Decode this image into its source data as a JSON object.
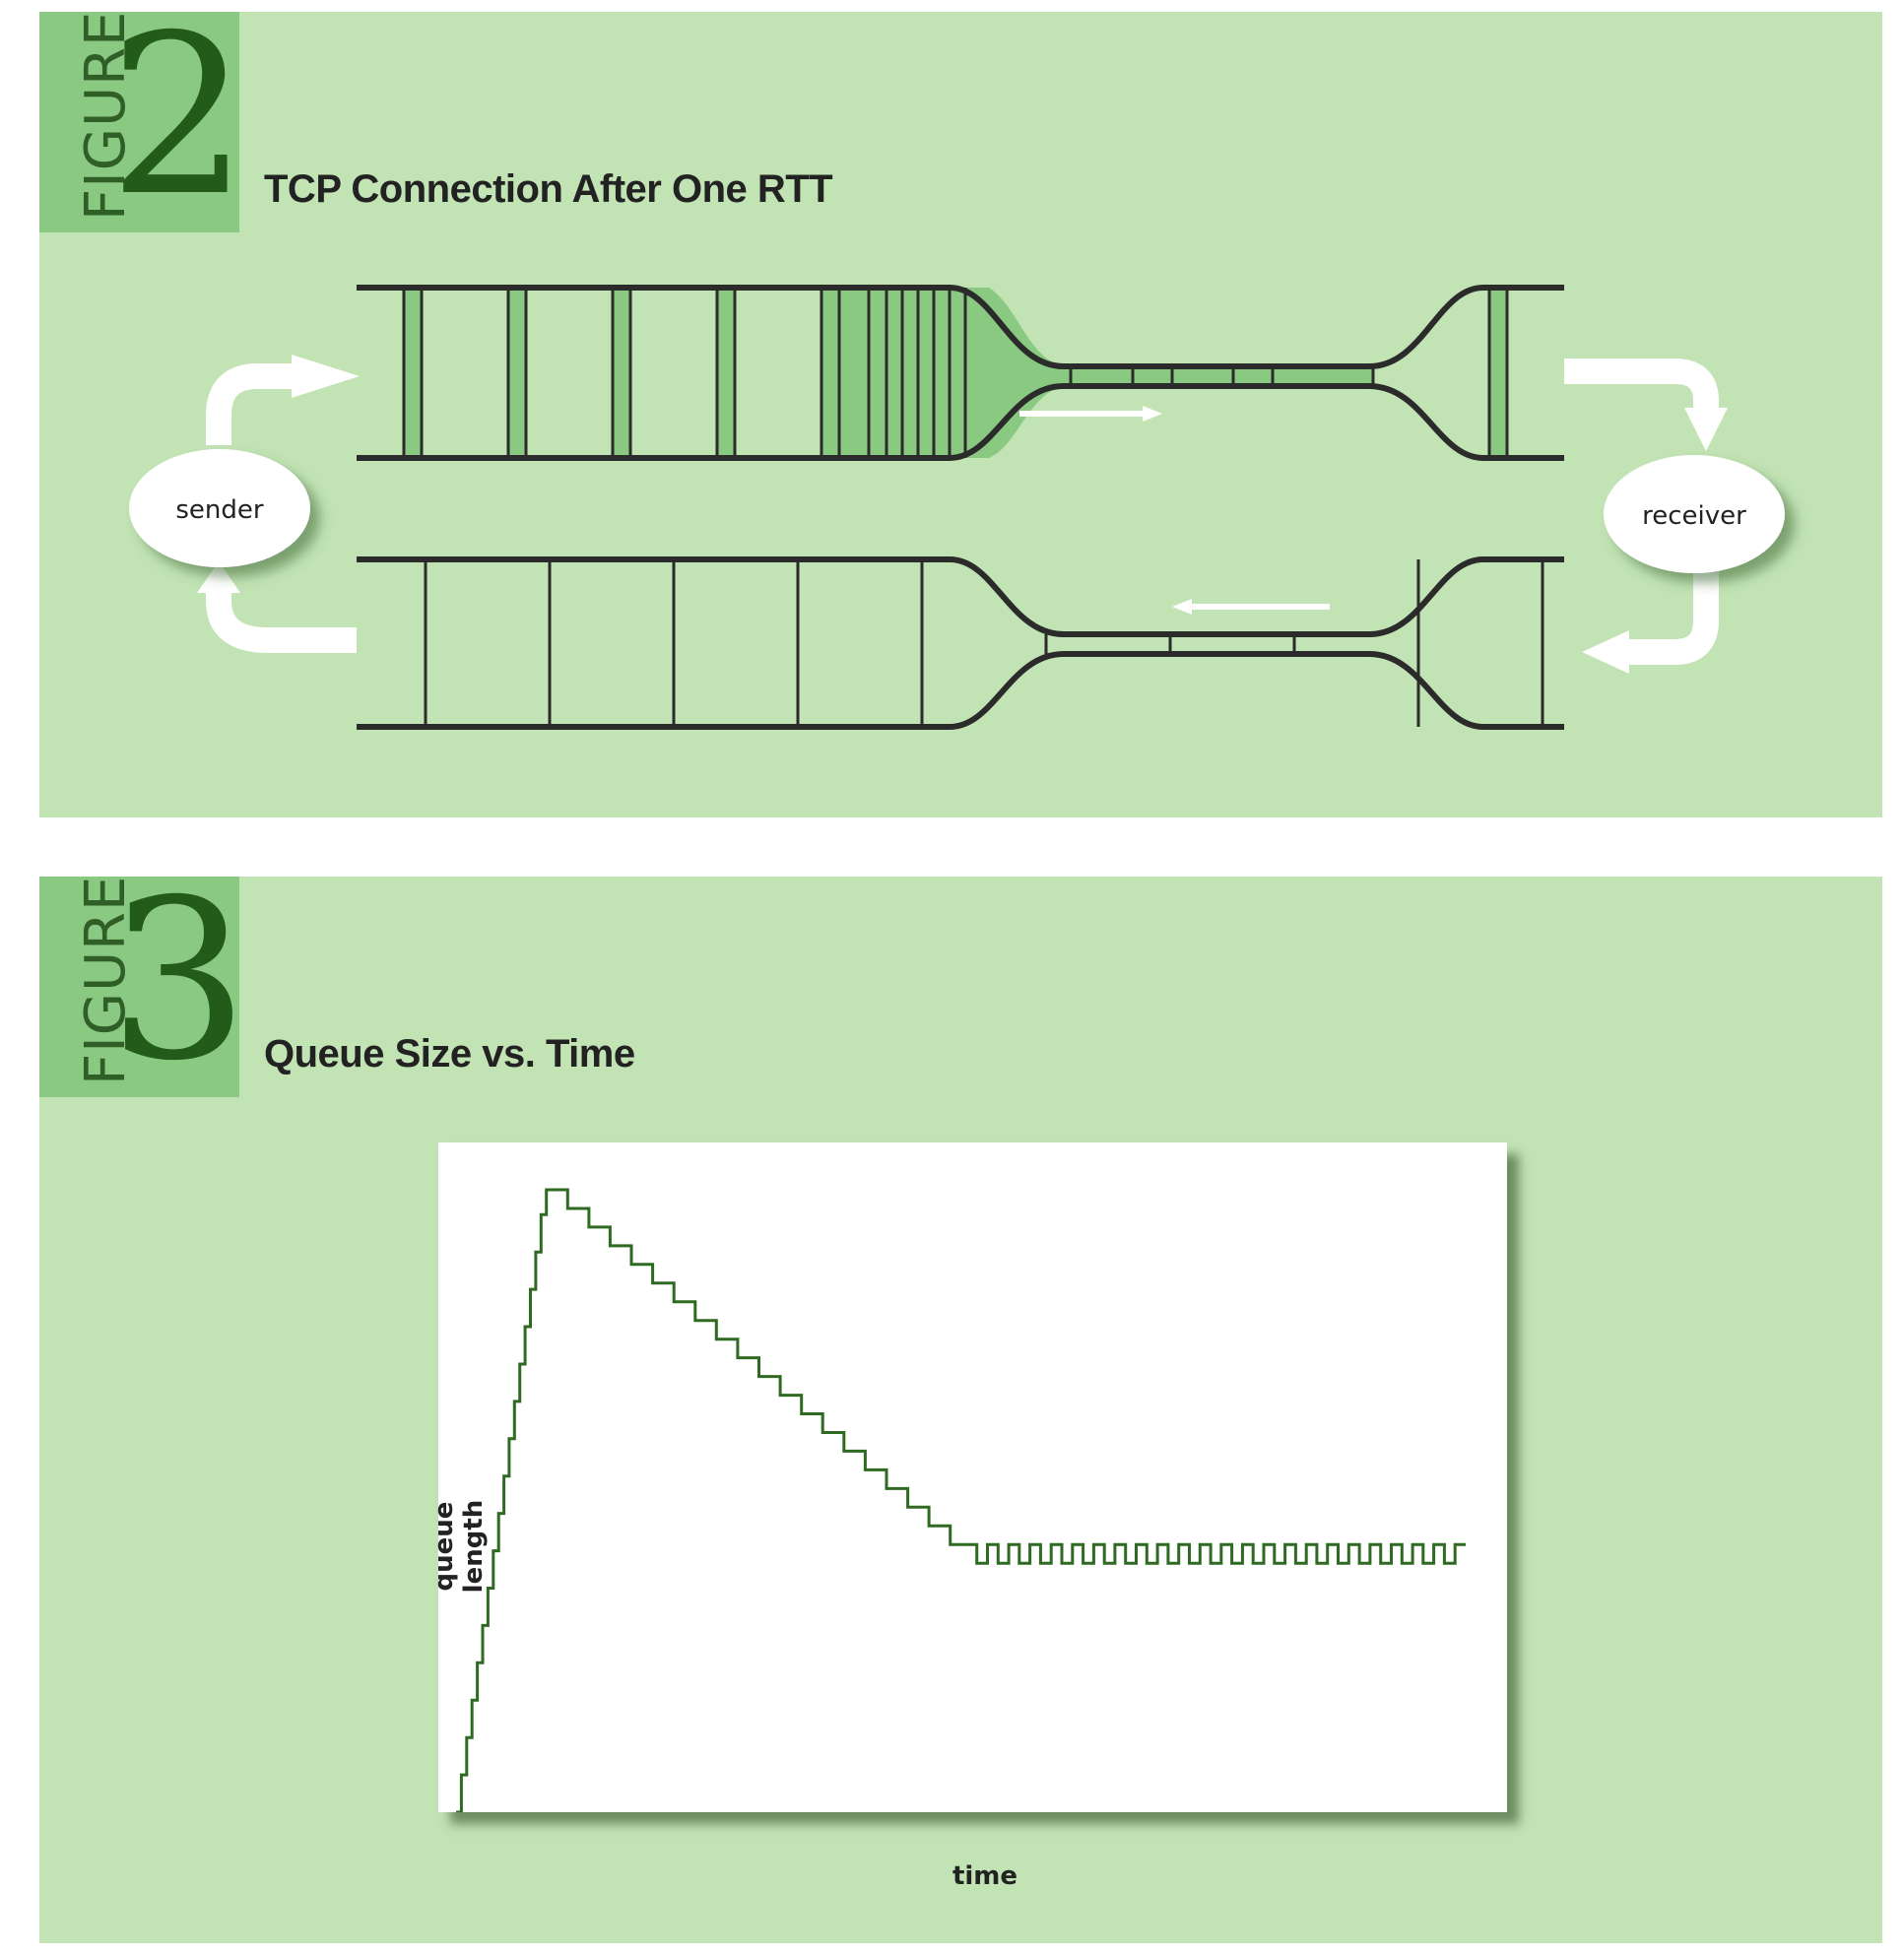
{
  "figure2": {
    "badge_word": "FIGURE",
    "badge_number": "2",
    "title": "TCP Connection After One RTT",
    "sender_label": "sender",
    "receiver_label": "receiver"
  },
  "figure3": {
    "badge_word": "FIGURE",
    "badge_number": "3",
    "title": "Queue Size vs. Time",
    "chart_data": {
      "type": "line",
      "xlabel": "time",
      "ylabel": "queue length",
      "grid": false,
      "series": [
        {
          "description": "step",
          "points": [
            [
              0,
              0
            ],
            [
              1,
              0.06
            ],
            [
              2,
              0.12
            ],
            [
              3,
              0.18
            ],
            [
              4,
              0.24
            ],
            [
              5,
              0.3
            ],
            [
              6,
              0.36
            ],
            [
              7,
              0.42
            ],
            [
              8,
              0.48
            ],
            [
              9,
              0.54
            ],
            [
              10,
              0.6
            ],
            [
              11,
              0.66
            ],
            [
              12,
              0.72
            ],
            [
              13,
              0.78
            ],
            [
              14,
              0.84
            ],
            [
              15,
              0.9
            ],
            [
              16,
              0.96
            ],
            [
              17,
              1.0
            ],
            [
              20,
              1.0
            ],
            [
              21,
              0.97
            ],
            [
              24,
              0.97
            ],
            [
              25,
              0.94
            ],
            [
              28,
              0.94
            ],
            [
              29,
              0.91
            ],
            [
              32,
              0.91
            ],
            [
              33,
              0.88
            ],
            [
              36,
              0.88
            ],
            [
              37,
              0.85
            ],
            [
              40,
              0.85
            ],
            [
              41,
              0.82
            ],
            [
              44,
              0.82
            ],
            [
              45,
              0.79
            ],
            [
              48,
              0.79
            ],
            [
              49,
              0.76
            ],
            [
              52,
              0.76
            ],
            [
              53,
              0.73
            ],
            [
              56,
              0.73
            ],
            [
              57,
              0.7
            ],
            [
              60,
              0.7
            ],
            [
              61,
              0.67
            ],
            [
              64,
              0.67
            ],
            [
              65,
              0.64
            ],
            [
              68,
              0.64
            ],
            [
              69,
              0.61
            ],
            [
              72,
              0.61
            ],
            [
              73,
              0.58
            ],
            [
              76,
              0.58
            ],
            [
              77,
              0.55
            ],
            [
              80,
              0.55
            ],
            [
              81,
              0.52
            ],
            [
              84,
              0.52
            ],
            [
              85,
              0.49
            ],
            [
              88,
              0.49
            ],
            [
              89,
              0.46
            ],
            [
              92,
              0.46
            ],
            [
              93,
              0.43
            ],
            [
              96,
              0.43
            ]
          ],
          "oscillation": {
            "x_start": 96,
            "x_end": 190,
            "period": 4,
            "high": 0.43,
            "low": 0.4
          }
        }
      ]
    }
  },
  "colors": {
    "panel_bg": "#c2e3b4",
    "badge_bg": "#89c982",
    "dark_green": "#235c1a",
    "packet_fill": "#89c982",
    "line": "#2b2b2b",
    "chart_line": "#2e6a22"
  }
}
